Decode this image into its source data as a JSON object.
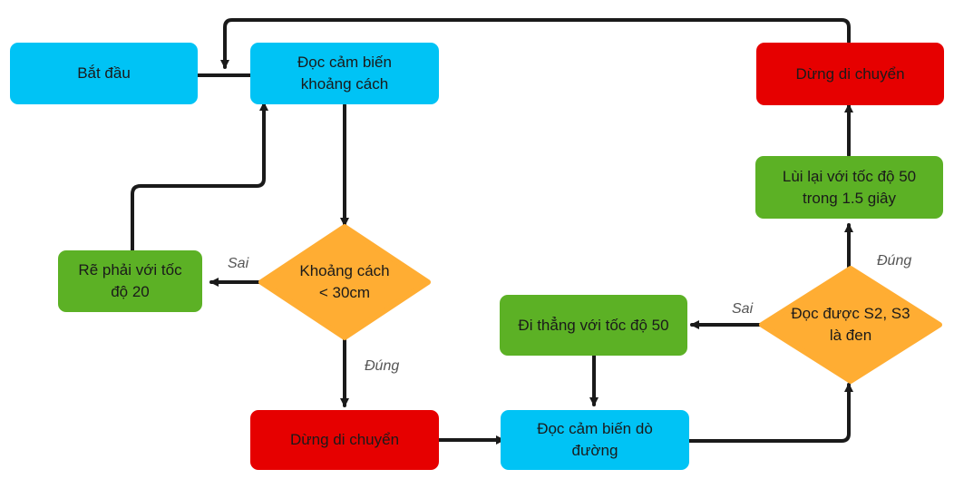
{
  "colors": {
    "terminal": "#00c3f5",
    "stop": "#e60000",
    "action": "#5cb125",
    "decision": "#ffad33",
    "line": "#1a1a1a"
  },
  "nodes": {
    "start": "Bắt đầu",
    "read_distance": "Đọc cảm biến\nkhoảng cách",
    "turn_right": "Rẽ phải với tốc\nđộ 20",
    "distance_check": "Khoảng cách\n< 30cm",
    "stop_1": "Dừng di chuyển",
    "read_line": "Đọc cảm biến dò\nđường",
    "go_straight": "Đi thẳng với tốc độ 50",
    "sensor_check": "Đọc được S2, S3\nlà đen",
    "reverse": "Lùi lại với tốc độ 50\ntrong 1.5 giây",
    "stop_2": "Dừng di chuyển"
  },
  "edge_labels": {
    "distance_false": "Sai",
    "distance_true": "Đúng",
    "sensor_false": "Sai",
    "sensor_true": "Đúng"
  }
}
